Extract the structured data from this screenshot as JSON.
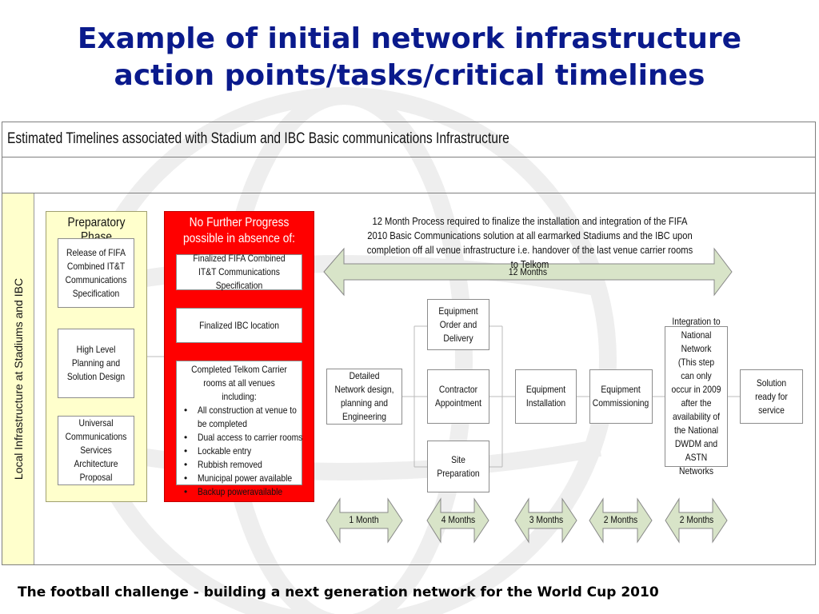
{
  "title_line1": "Example of initial network infrastructure",
  "title_line2": "action points/tasks/critical timelines",
  "chart_header": "Estimated Timelines associated with Stadium and IBC Basic communications Infrastructure",
  "side_label": "Local Infrastructure at Stadiums and IBC",
  "preparatory": {
    "title": "Preparatory Phase",
    "boxes": [
      "Release of FIFA Combined IT&T Communications Specification",
      "High Level Planning and Solution Design",
      "Universal Communications Services Architecture Proposal"
    ]
  },
  "no_progress": {
    "title": "No Further Progress possible in absence of:",
    "spec_box": "Finalized FIFA Combined IT&T Communications Specification",
    "ibc_box": "Finalized IBC location",
    "carrier_heading": "Completed Telkom Carrier rooms at all venues including:",
    "carrier_items": [
      "All construction at venue to",
      "be completed",
      "Dual access to carrier rooms",
      "Lockable entry",
      "Rubbish removed",
      "Municipal power available",
      "Backup poweravailable"
    ]
  },
  "process_text": "12 Month Process required to finalize the installation and integration of the FIFA 2010 Basic Communications solution at all earmarked Stadiums and the IBC upon completion off all venue infrastructure i.e. handover of the last venue carrier rooms to Telkom",
  "months_12": "12 Months",
  "flow": {
    "detailed": "Detailed Network design, planning and Engineering",
    "order": "Equipment Order and Delivery",
    "contractor": "Contractor Appointment",
    "site": "Site Preparation",
    "installation": "Equipment Installation",
    "commissioning": "Equipment Commissioning",
    "integration": "Integration to National Network (This step can only occur in 2009 after the availability of the National DWDM and ASTN Networks",
    "solution": "Solution ready for service"
  },
  "durations": [
    "1 Month",
    "4 Months",
    "3 Months",
    "2 Months",
    "2 Months"
  ],
  "footer": "The football challenge - building a next generation network for the World Cup 2010",
  "colors": {
    "title_blue": "#0a1a8c",
    "red_panel": "#ff0000",
    "yellow_panel": "#ffffcc",
    "arrow_green": "#d8e4c8"
  }
}
